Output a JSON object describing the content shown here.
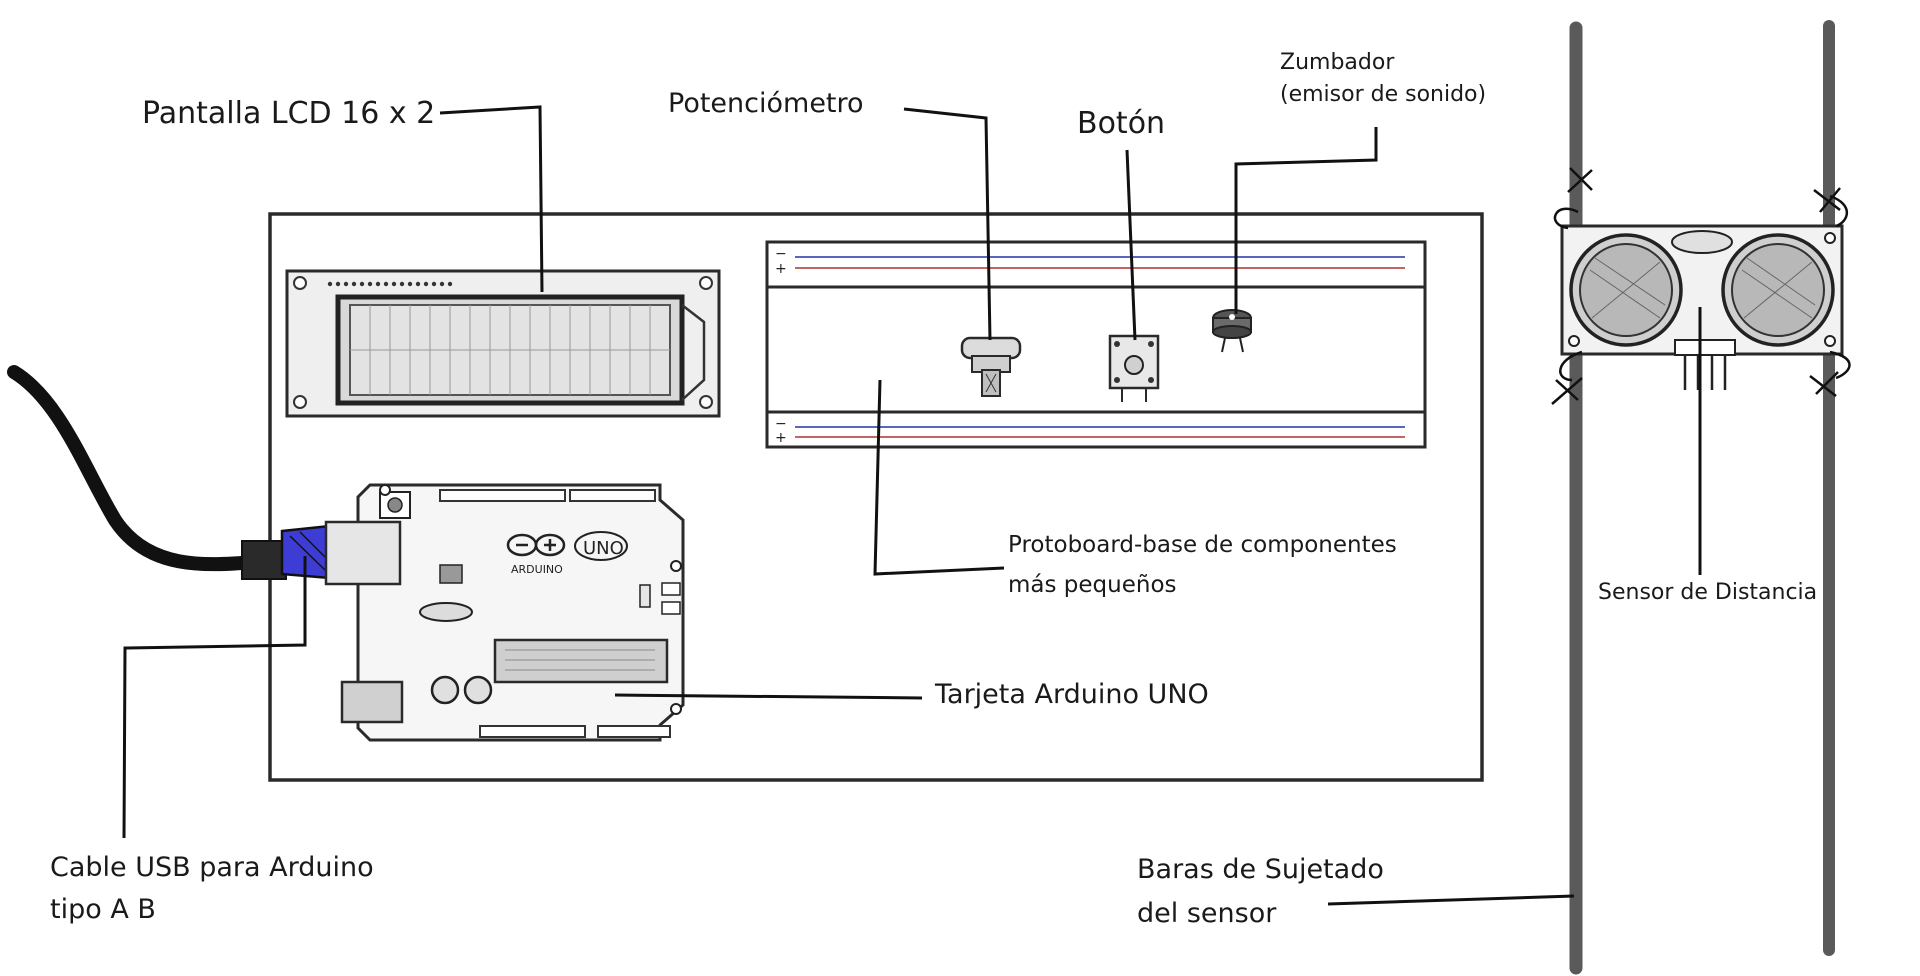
{
  "labels": {
    "lcd": "Pantalla LCD 16 x 2",
    "potentiometer": "Potenciómetro",
    "button": "Botón",
    "buzzer_line1": "Zumbador",
    "buzzer_line2": "(emisor de sonido)",
    "protoboard_line1": "Protoboard-base de componentes",
    "protoboard_line2": "más pequeños",
    "arduino": "Tarjeta Arduino UNO",
    "usb_line1": "Cable USB para Arduino",
    "usb_line2": "tipo A B",
    "distance_sensor": "Sensor de Distancia",
    "bars_line1": "Baras de Sujetado",
    "bars_line2": "del sensor"
  },
  "board_text": {
    "arduino_logo": "ARDUINO",
    "uno": "UNO",
    "rail_minus": "−",
    "rail_plus": "+"
  },
  "colors": {
    "ink": "#1a1a1a",
    "usb_plug": "#3d3dd6",
    "rail_blue": "#2233aa",
    "rail_red": "#b03030",
    "bars": "#5a5a5a",
    "lcd_screen": "#e3e3e3"
  }
}
